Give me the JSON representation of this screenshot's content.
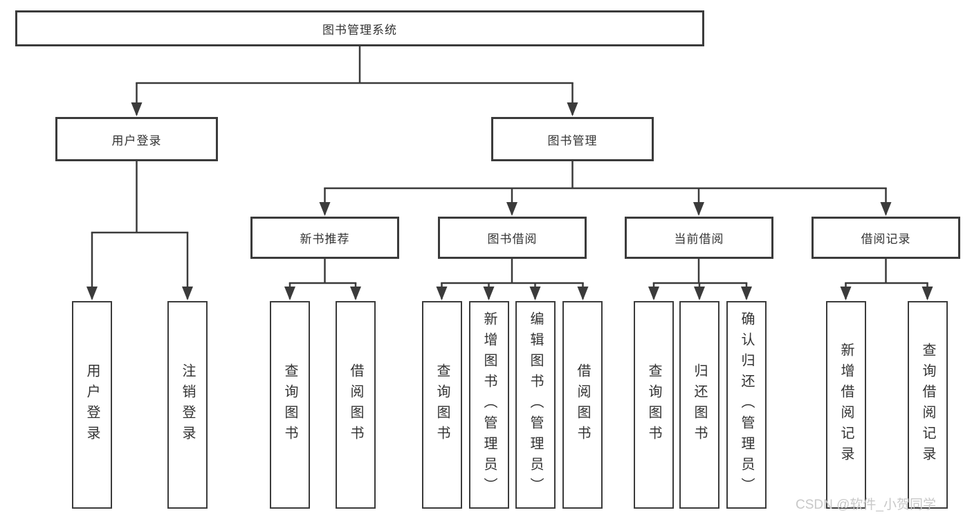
{
  "colors": {
    "line": "#3b3b3b",
    "text": "#333333",
    "watermark": "#c8c8c8",
    "background": "#ffffff"
  },
  "watermark": "CSDN @软件_小贺同学",
  "tree": {
    "root": {
      "label": "图书管理系统",
      "children": [
        {
          "label": "用户登录",
          "children": [
            {
              "label": "用户登录"
            },
            {
              "label": "注销登录"
            }
          ]
        },
        {
          "label": "图书管理",
          "children": [
            {
              "label": "新书推荐",
              "children": [
                {
                  "label": "查询图书"
                },
                {
                  "label": "借阅图书"
                }
              ]
            },
            {
              "label": "图书借阅",
              "children": [
                {
                  "label": "查询图书"
                },
                {
                  "label": "新增图书（管理员）"
                },
                {
                  "label": "编辑图书（管理员）"
                },
                {
                  "label": "借阅图书"
                }
              ]
            },
            {
              "label": "当前借阅",
              "children": [
                {
                  "label": "查询图书"
                },
                {
                  "label": "归还图书"
                },
                {
                  "label": "确认归还（管理员）"
                }
              ]
            },
            {
              "label": "借阅记录",
              "children": [
                {
                  "label": "新增借阅记录"
                },
                {
                  "label": "查询借阅记录"
                }
              ]
            }
          ]
        }
      ]
    }
  }
}
